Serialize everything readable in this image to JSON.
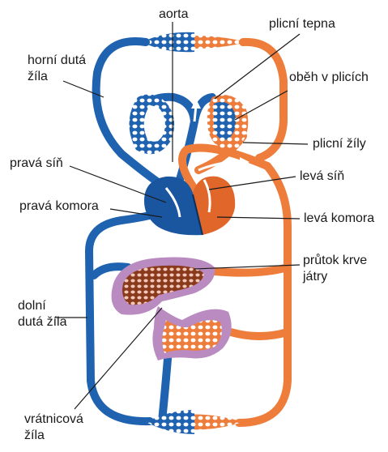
{
  "labels": {
    "aorta": "aorta",
    "plicni_tepna": "plicní tepna",
    "horni_duta_zila": "horní dutá\nžíla",
    "obeh_v_plicich": "oběh v plicích",
    "plicni_zily": "plicní žíly",
    "prava_sin": "pravá síň",
    "leva_sin": "levá síň",
    "prava_komora": "pravá komora",
    "leva_komora": "levá komora",
    "prutok_krve_jatry": "průtok krve\njátry",
    "dolni_duta_zila": "dolní\ndutá žíla",
    "vratnicova_zila": "vrátnicová\nžíla"
  },
  "colors": {
    "venous_blue": "#1f63b0",
    "arterial_orange": "#ee7d3c",
    "liver_purple": "#b98bc0",
    "capillary_brown": "#8a3a1c",
    "heart_blue": "#1a55a0",
    "heart_orange": "#e0662a"
  }
}
